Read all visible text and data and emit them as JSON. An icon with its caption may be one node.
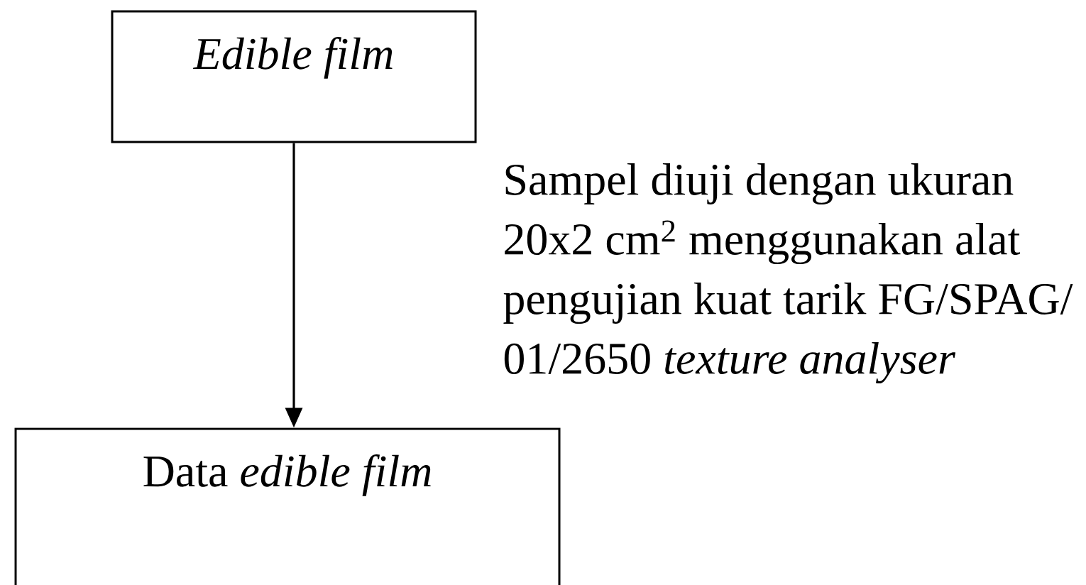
{
  "diagram": {
    "nodes": [
      {
        "text": [
          "Edible film"
        ]
      },
      {
        "text": [
          "Data *edible film*"
        ]
      }
    ],
    "edges": [
      {
        "from": 0,
        "to": 1,
        "arrow": "to",
        "label": "Sampel diuji dengan ukuran 20x2 cm$^{2}$ menggunakan alat pengujian kuat tarik FG/SPAG/ 01/2650 *texture analyser*"
      }
    ]
  }
}
